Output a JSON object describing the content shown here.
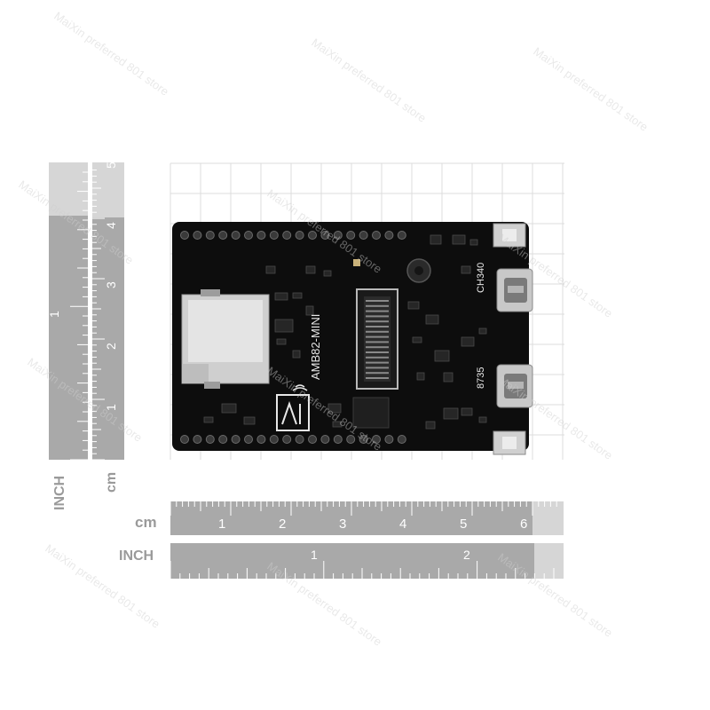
{
  "rulers": {
    "horizontal_cm": {
      "unit": "cm",
      "labels": [
        "1",
        "2",
        "3",
        "4",
        "5",
        "6"
      ]
    },
    "horizontal_inch": {
      "unit": "INCH",
      "labels": [
        "1",
        "2"
      ]
    },
    "vertical_cm": {
      "unit": "cm",
      "labels": [
        "1",
        "2",
        "3",
        "4",
        "5"
      ]
    },
    "vertical_inch": {
      "unit": "INCH",
      "labels": [
        "1"
      ]
    }
  },
  "board": {
    "model_label": "AMB82-MINI",
    "usb_chip_label": "CH340",
    "chip_label": "8735",
    "colors": {
      "pcb": "#0d0d0d",
      "silk": "#e8e8e8",
      "metal": "#c8c8c8",
      "grid": "#d9d9d9",
      "ruler": "#a9a9a9"
    }
  },
  "watermark": {
    "text": "MaiXin preferred 801 store"
  }
}
